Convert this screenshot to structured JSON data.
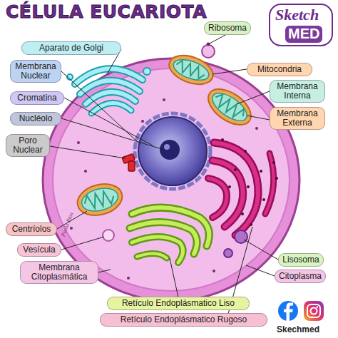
{
  "diagram": {
    "title": "CÉLULA EUCARIOTA",
    "nodes": [
      {
        "text": [
          "Aparato de Golgi"
        ]
      },
      {
        "text": [
          "Ribosoma"
        ]
      },
      {
        "text": [
          "Membrana Nuclear"
        ]
      },
      {
        "text": [
          "Mitocondria"
        ]
      },
      {
        "text": [
          "Cromatina"
        ]
      },
      {
        "text": [
          "Membrana Interna"
        ]
      },
      {
        "text": [
          "Nucléolo"
        ]
      },
      {
        "text": [
          "Membrana Externa"
        ]
      },
      {
        "text": [
          "Poro Nuclear"
        ]
      },
      {
        "text": [
          "Centríolos"
        ]
      },
      {
        "text": [
          "Vesícula"
        ]
      },
      {
        "text": [
          "Membrana Citoplasmática"
        ]
      },
      {
        "text": [
          "Lisosoma"
        ]
      },
      {
        "text": [
          "Citoplasma"
        ]
      },
      {
        "text": [
          "Retículo Endoplásmatico Liso"
        ]
      },
      {
        "text": [
          "Retículo Endoplásmatico Rugoso"
        ]
      }
    ],
    "labels": [
      "Sketch",
      "MED",
      "Paola Ríos",
      "Skechmed"
    ]
  }
}
